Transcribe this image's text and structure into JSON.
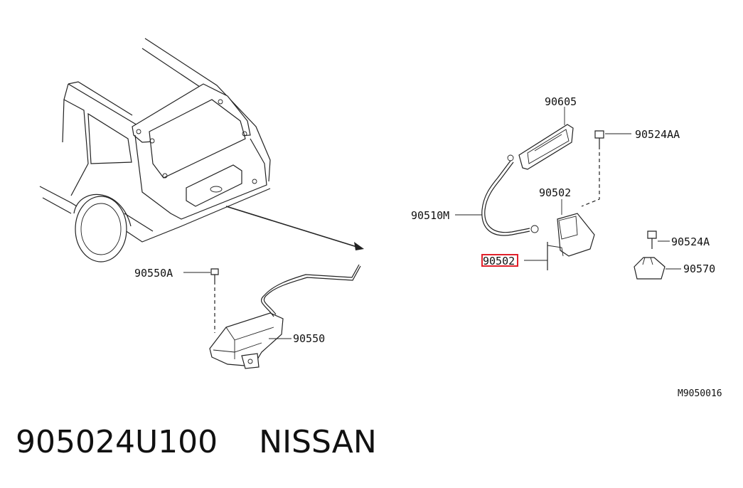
{
  "diagram": {
    "callouts": {
      "p90605": "90605",
      "p90524AA": "90524AA",
      "p90502": "90502",
      "p90510M": "90510M",
      "p9050_highlighted": "90502",
      "p90524A": "90524A",
      "p90570": "90570",
      "p90550A": "90550A",
      "p90550": "90550"
    },
    "figure_code": "M9050016",
    "highlight_color": "#e0202a"
  },
  "caption": {
    "part_number": "905024U100",
    "brand": "NISSAN"
  }
}
